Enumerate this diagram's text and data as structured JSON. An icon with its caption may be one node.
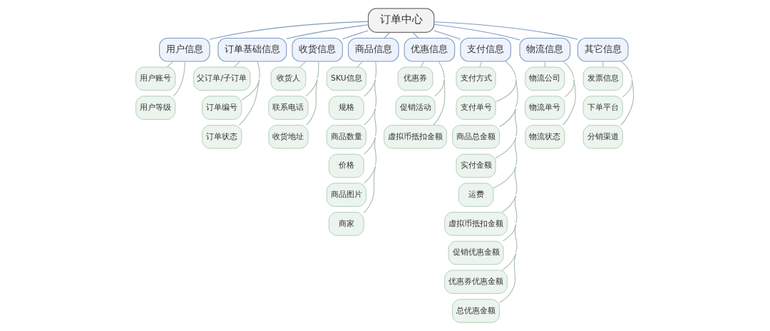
{
  "diagram": {
    "nodes": [
      {
        "text": [
          "订单中心"
        ]
      },
      {
        "text": [
          "用户信息"
        ]
      },
      {
        "text": [
          "订单基础信息"
        ]
      },
      {
        "text": [
          "收货信息"
        ]
      },
      {
        "text": [
          "商品信息"
        ]
      },
      {
        "text": [
          "优惠信息"
        ]
      },
      {
        "text": [
          "支付信息"
        ]
      },
      {
        "text": [
          "物流信息"
        ]
      },
      {
        "text": [
          "其它信息"
        ]
      },
      {
        "text": [
          "用户账号"
        ]
      },
      {
        "text": [
          "用户等级"
        ]
      },
      {
        "text": [
          "父订单/子订单"
        ]
      },
      {
        "text": [
          "订单编号"
        ]
      },
      {
        "text": [
          "订单状态"
        ]
      },
      {
        "text": [
          "收货人"
        ]
      },
      {
        "text": [
          "联系电话"
        ]
      },
      {
        "text": [
          "收货地址"
        ]
      },
      {
        "text": [
          "SKU信息"
        ]
      },
      {
        "text": [
          "规格"
        ]
      },
      {
        "text": [
          "商品数量"
        ]
      },
      {
        "text": [
          "价格"
        ]
      },
      {
        "text": [
          "商品图片"
        ]
      },
      {
        "text": [
          "商家"
        ]
      },
      {
        "text": [
          "优惠券"
        ]
      },
      {
        "text": [
          "促销活动"
        ]
      },
      {
        "text": [
          "虚拟币抵扣金额"
        ]
      },
      {
        "text": [
          "支付方式"
        ]
      },
      {
        "text": [
          "支付单号"
        ]
      },
      {
        "text": [
          "商品总金额"
        ]
      },
      {
        "text": [
          "实付金额"
        ]
      },
      {
        "text": [
          "运费"
        ]
      },
      {
        "text": [
          "虚拟币抵扣金额"
        ]
      },
      {
        "text": [
          "促销优惠金额"
        ]
      },
      {
        "text": [
          "优惠券优惠金额"
        ]
      },
      {
        "text": [
          "总优惠金额"
        ]
      },
      {
        "text": [
          "物流公司"
        ]
      },
      {
        "text": [
          "物流单号"
        ]
      },
      {
        "text": [
          "物流状态"
        ]
      },
      {
        "text": [
          "发票信息"
        ]
      },
      {
        "text": [
          "下单平台"
        ]
      },
      {
        "text": [
          "分销渠道"
        ]
      }
    ],
    "edges": [
      {
        "from": 0,
        "to": 1,
        "arrow": "none",
        "color": "#7f9cc2"
      },
      {
        "from": 0,
        "to": 2,
        "arrow": "none",
        "color": "#7f9cc2"
      },
      {
        "from": 0,
        "to": 3,
        "arrow": "none",
        "color": "#7f9cc2"
      },
      {
        "from": 0,
        "to": 4,
        "arrow": "none",
        "color": "#7f9cc2"
      },
      {
        "from": 0,
        "to": 5,
        "arrow": "none",
        "color": "#7f9cc2"
      },
      {
        "from": 0,
        "to": 6,
        "arrow": "none",
        "color": "#7f9cc2"
      },
      {
        "from": 0,
        "to": 7,
        "arrow": "none",
        "color": "#7f9cc2"
      },
      {
        "from": 0,
        "to": 8,
        "arrow": "none",
        "color": "#7f9cc2"
      },
      {
        "from": 1,
        "to": 9,
        "arrow": "none"
      },
      {
        "from": 1,
        "to": 10,
        "arrow": "none"
      },
      {
        "from": 2,
        "to": 11,
        "arrow": "none"
      },
      {
        "from": 2,
        "to": 12,
        "arrow": "none"
      },
      {
        "from": 2,
        "to": 13,
        "arrow": "none"
      },
      {
        "from": 3,
        "to": 14,
        "arrow": "none"
      },
      {
        "from": 3,
        "to": 15,
        "arrow": "none"
      },
      {
        "from": 3,
        "to": 16,
        "arrow": "none"
      },
      {
        "from": 4,
        "to": 17,
        "arrow": "none"
      },
      {
        "from": 4,
        "to": 18,
        "arrow": "none"
      },
      {
        "from": 4,
        "to": 19,
        "arrow": "none"
      },
      {
        "from": 4,
        "to": 20,
        "arrow": "none"
      },
      {
        "from": 4,
        "to": 21,
        "arrow": "none"
      },
      {
        "from": 4,
        "to": 22,
        "arrow": "none"
      },
      {
        "from": 5,
        "to": 23,
        "arrow": "none"
      },
      {
        "from": 5,
        "to": 24,
        "arrow": "none"
      },
      {
        "from": 5,
        "to": 25,
        "arrow": "none"
      },
      {
        "from": 6,
        "to": 26,
        "arrow": "none"
      },
      {
        "from": 6,
        "to": 27,
        "arrow": "none"
      },
      {
        "from": 6,
        "to": 28,
        "arrow": "none"
      },
      {
        "from": 6,
        "to": 29,
        "arrow": "none"
      },
      {
        "from": 6,
        "to": 30,
        "arrow": "none"
      },
      {
        "from": 6,
        "to": 31,
        "arrow": "none"
      },
      {
        "from": 6,
        "to": 32,
        "arrow": "none"
      },
      {
        "from": 6,
        "to": 33,
        "arrow": "none"
      },
      {
        "from": 6,
        "to": 34,
        "arrow": "none"
      },
      {
        "from": 7,
        "to": 35,
        "arrow": "none"
      },
      {
        "from": 7,
        "to": 36,
        "arrow": "none"
      },
      {
        "from": 7,
        "to": 37,
        "arrow": "none"
      },
      {
        "from": 8,
        "to": 38,
        "arrow": "none"
      },
      {
        "from": 8,
        "to": 39,
        "arrow": "none"
      },
      {
        "from": 8,
        "to": 40,
        "arrow": "none"
      }
    ]
  }
}
